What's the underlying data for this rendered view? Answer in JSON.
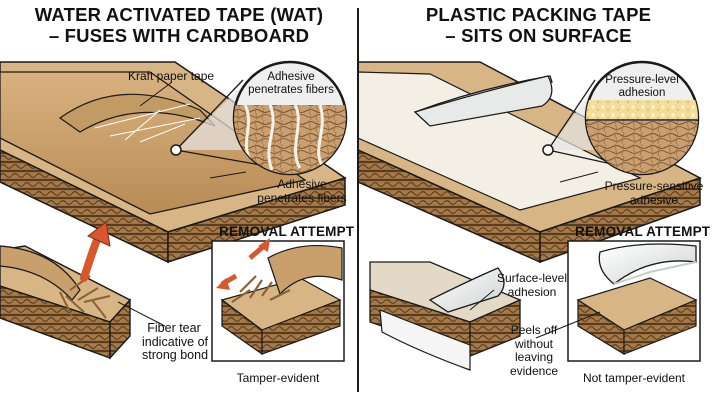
{
  "left_panel": {
    "title_line1": "WATER ACTIVATED TAPE (WAT)",
    "title_line2": "– FUSES WITH CARDBOARD",
    "tape_label": "Kraft paper tape",
    "magnifier_label_line1": "Adhesive",
    "magnifier_label_line2": "penetrates fibers",
    "adhesive_label_line1": "Adhesive",
    "adhesive_label_line2": "penetrates fibers",
    "fiber_tear_line1": "Fiber tear",
    "fiber_tear_line2": "indicative of",
    "fiber_tear_line3": "strong bond",
    "removal_heading": "REMOVAL ATTEMPT",
    "removal_caption": "Tamper-evident"
  },
  "right_panel": {
    "title_line1": "PLASTIC PACKING TAPE",
    "title_line2": "– SITS ON SURFACE",
    "magnifier_label_line1": "Pressure-level",
    "magnifier_label_line2": "adhesion",
    "adhesive_label_line1": "Pressure-sensitive",
    "adhesive_label_line2": "adhesive",
    "surface_label_line1": "Surface-level",
    "surface_label_line2": "adhesion",
    "peels_line1": "Peels off",
    "peels_line2": "without",
    "peels_line3": "leaving",
    "peels_line4": "evidence",
    "removal_heading": "REMOVAL ATTEMPT",
    "removal_caption": "Not tamper-evident"
  },
  "colors": {
    "cardboard_top": "#d9b98a",
    "cardboard_side": "#b88f5c",
    "cardboard_dark": "#6e4e2c",
    "kraft_tape": "#c9a06b",
    "plastic_tape": "#eef0ee",
    "adhesive": "#f0dc98",
    "arrow": "#e0643a",
    "lens_bg": "#e8e8e8",
    "outline": "#1a1a1a"
  }
}
